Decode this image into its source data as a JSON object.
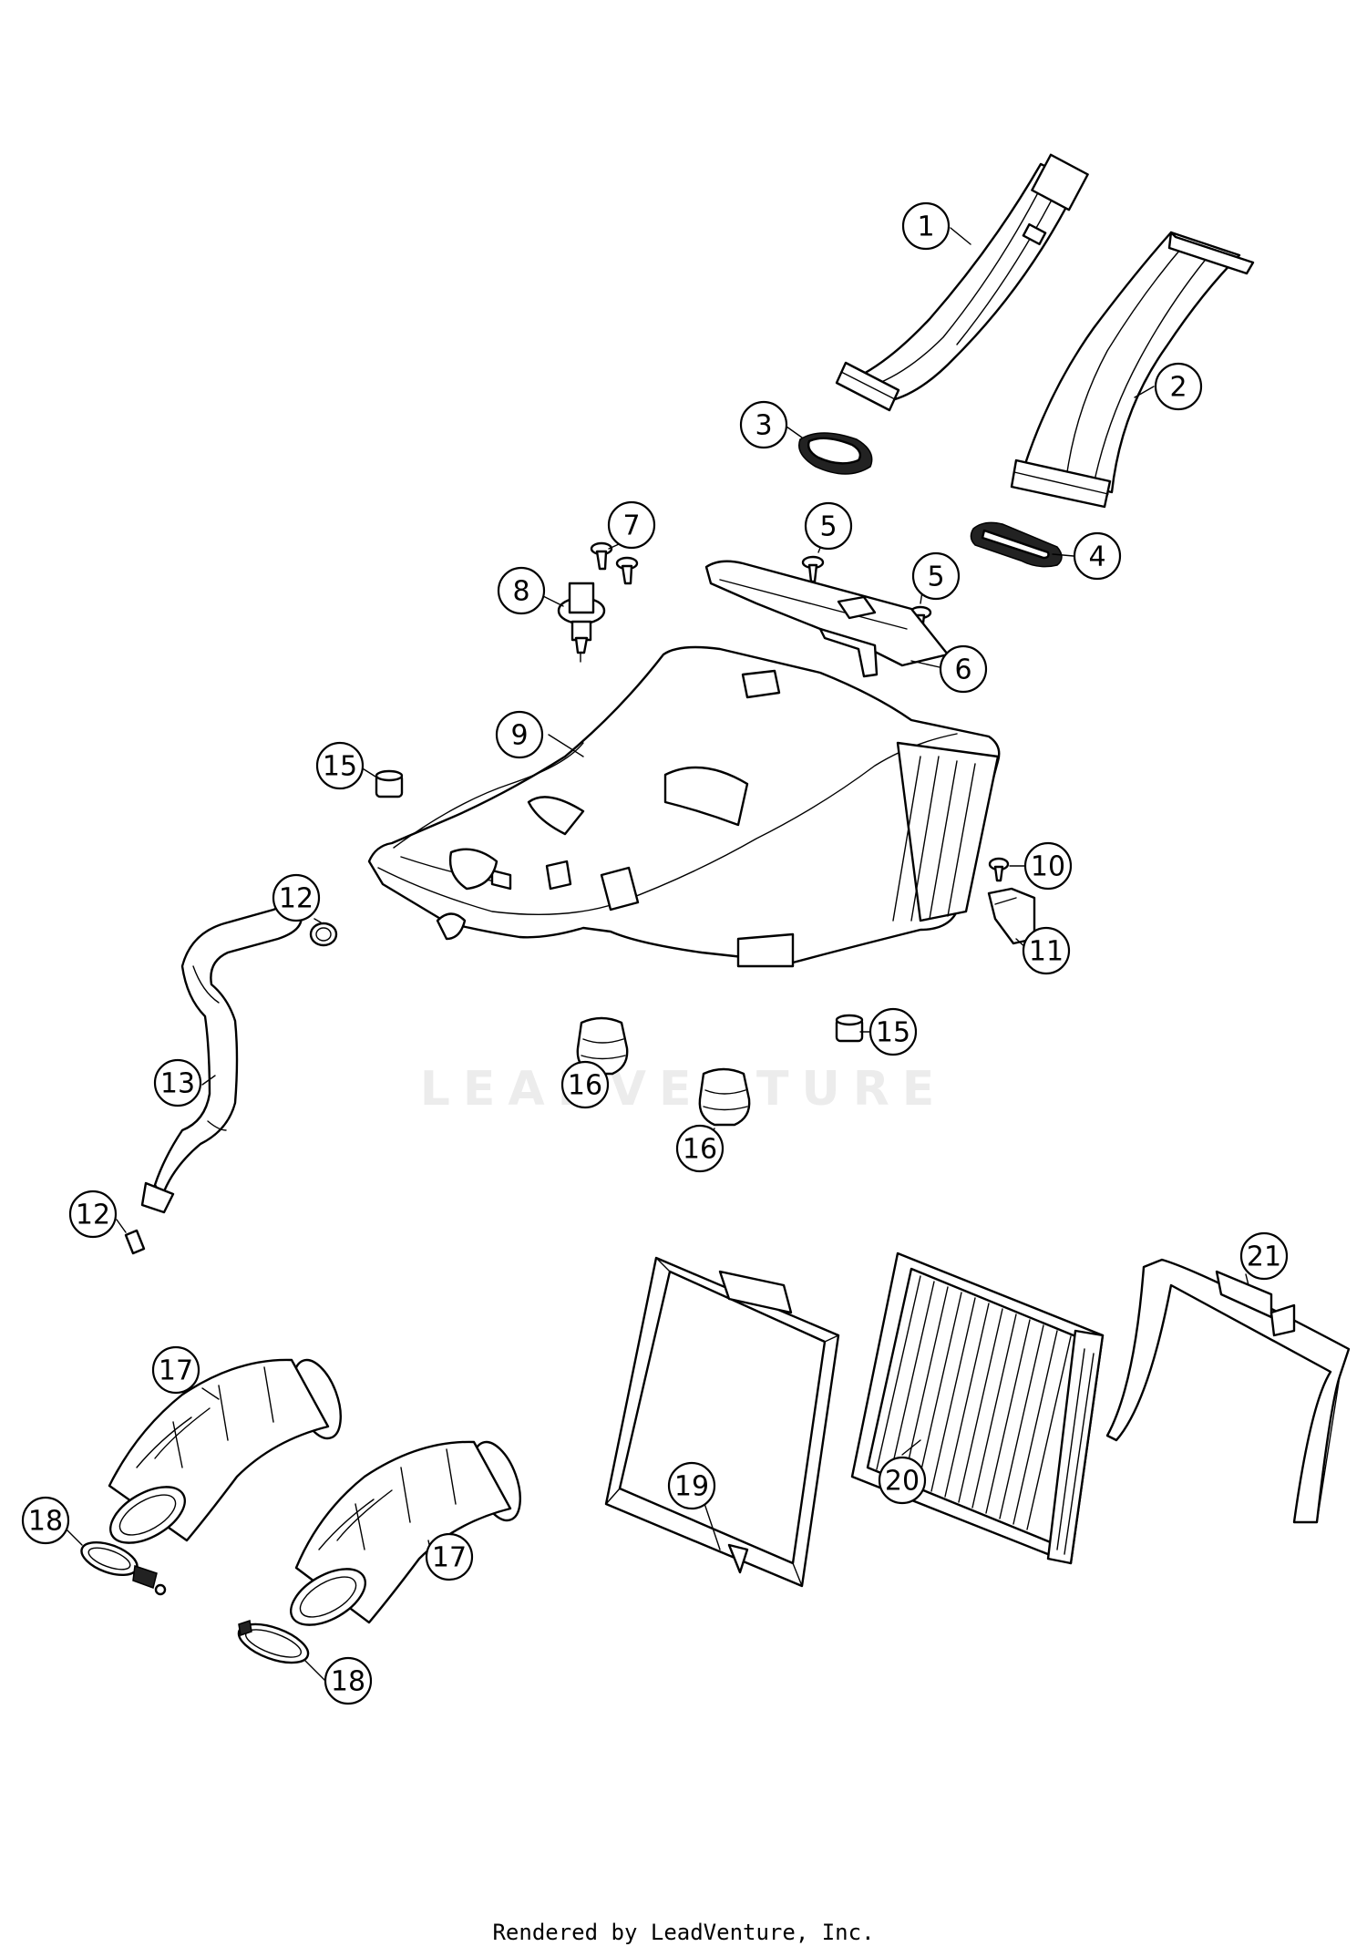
{
  "watermark": "LEADVENTURE",
  "credit": "Rendered by LeadVenture, Inc.",
  "callouts": [
    "1",
    "2",
    "3",
    "4",
    "5",
    "5",
    "6",
    "7",
    "8",
    "9",
    "10",
    "11",
    "12",
    "12",
    "13",
    "15",
    "15",
    "16",
    "16",
    "17",
    "17",
    "18",
    "18",
    "19",
    "20",
    "21"
  ]
}
